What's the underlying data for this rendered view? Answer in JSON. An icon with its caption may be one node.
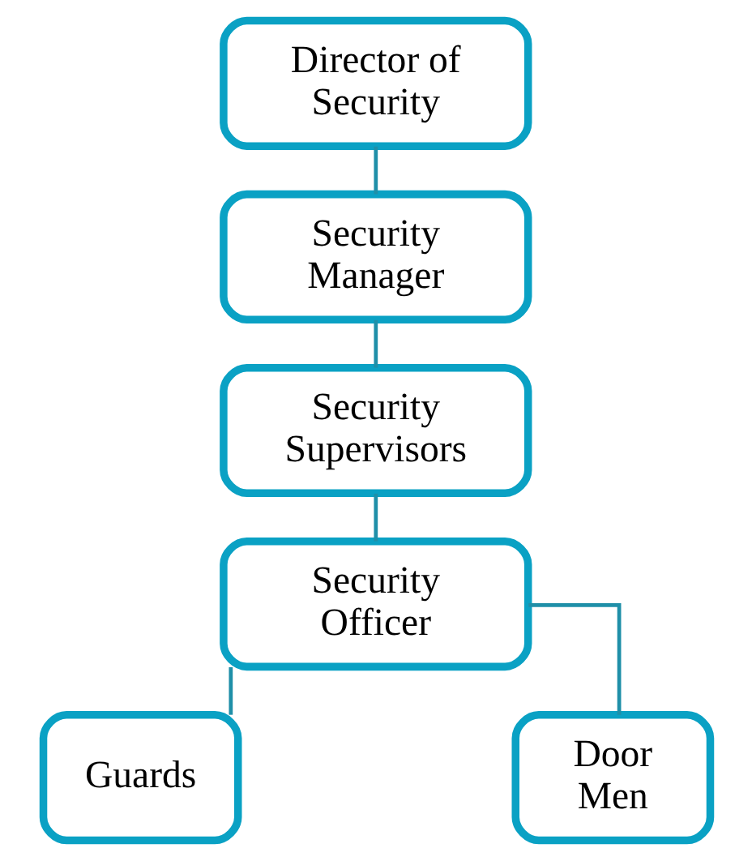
{
  "diagram": {
    "nodes": [
      {
        "text": [
          "Director of Security"
        ]
      },
      {
        "text": [
          "Security Manager"
        ]
      },
      {
        "text": [
          "Security Supervisors"
        ]
      },
      {
        "text": [
          "Security Officer"
        ]
      },
      {
        "text": [
          "Guards"
        ]
      },
      {
        "text": [
          "Door Men"
        ]
      }
    ],
    "edges": [
      {
        "from": 0,
        "to": 1,
        "arrow": "none"
      },
      {
        "from": 1,
        "to": 2,
        "arrow": "none"
      },
      {
        "from": 2,
        "to": 3,
        "arrow": "none"
      },
      {
        "from": 3,
        "to": 4,
        "arrow": "none"
      },
      {
        "from": 3,
        "to": 5,
        "arrow": "none"
      }
    ]
  }
}
